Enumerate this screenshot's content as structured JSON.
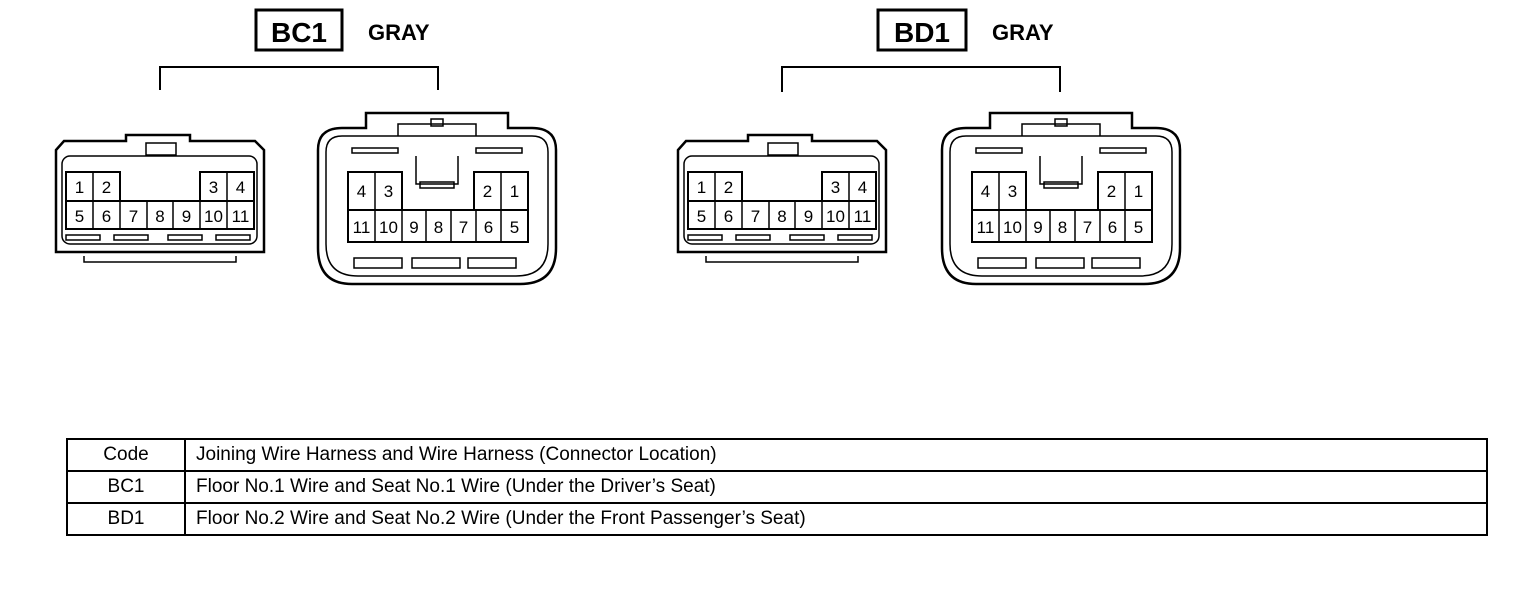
{
  "connectors": [
    {
      "code": "BC1",
      "color": "GRAY",
      "female": {
        "row1": [
          "1",
          "2",
          "3",
          "4"
        ],
        "row2": [
          "5",
          "6",
          "7",
          "8",
          "9",
          "10",
          "11"
        ]
      },
      "male": {
        "row1": [
          "4",
          "3",
          "2",
          "1"
        ],
        "row2": [
          "11",
          "10",
          "9",
          "8",
          "7",
          "6",
          "5"
        ]
      }
    },
    {
      "code": "BD1",
      "color": "GRAY",
      "female": {
        "row1": [
          "1",
          "2",
          "3",
          "4"
        ],
        "row2": [
          "5",
          "6",
          "7",
          "8",
          "9",
          "10",
          "11"
        ]
      },
      "male": {
        "row1": [
          "4",
          "3",
          "2",
          "1"
        ],
        "row2": [
          "11",
          "10",
          "9",
          "8",
          "7",
          "6",
          "5"
        ]
      }
    }
  ],
  "legend": {
    "header": {
      "code": "Code",
      "desc": "Joining Wire Harness and Wire Harness (Connector Location)"
    },
    "rows": [
      {
        "code": "BC1",
        "desc": "Floor No.1 Wire and Seat No.1 Wire (Under the Driver’s Seat)"
      },
      {
        "code": "BD1",
        "desc": "Floor No.2 Wire and Seat No.2 Wire (Under the Front Passenger’s Seat)"
      }
    ]
  }
}
